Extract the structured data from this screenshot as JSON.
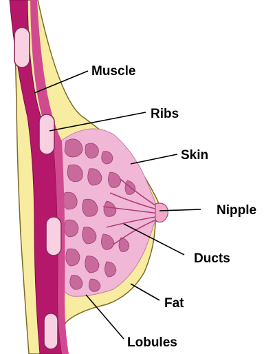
{
  "diagram": {
    "labels": {
      "muscle": "Muscle",
      "ribs": "Ribs",
      "skin": "Skin",
      "nipple": "Nipple",
      "ducts": "Ducts",
      "fat": "Fat",
      "lobules": "Lobules"
    },
    "colors": {
      "skin_fill": "#f7eca0",
      "skin_outline": "#7a6a2a",
      "muscle": "#b5176b",
      "muscle_light": "#d14a90",
      "rib_fill": "#f8d0e2",
      "tissue": "#f0b8d6",
      "lobule": "#c86a9c",
      "duct": "#b03a78",
      "nipple": "#f2a9c9"
    }
  }
}
